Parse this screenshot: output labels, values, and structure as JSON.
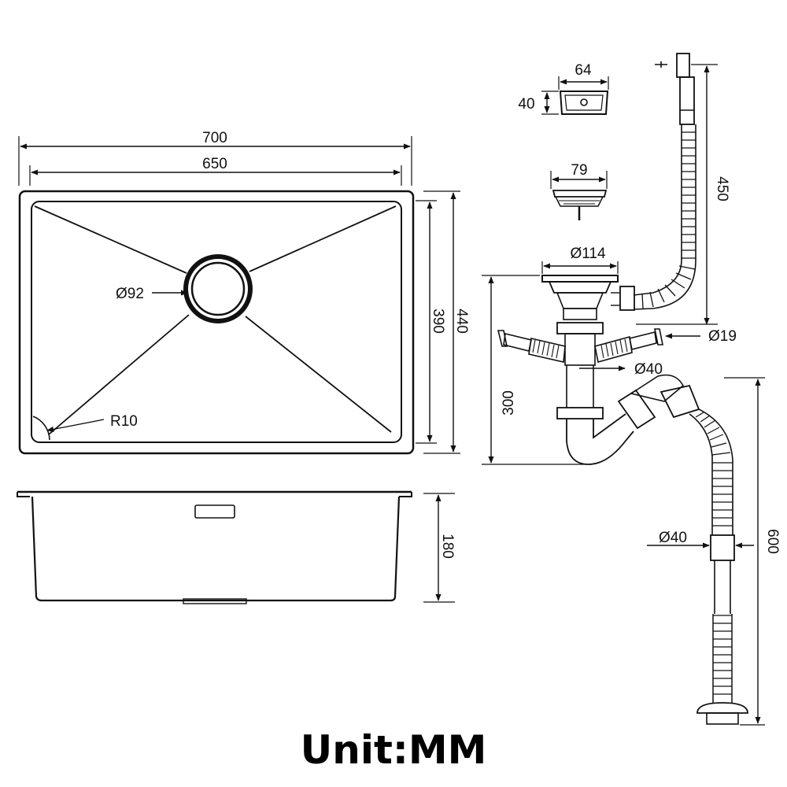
{
  "dimensions": {
    "outer_width": "700",
    "inner_width": "650",
    "outer_height": "440",
    "inner_height": "390",
    "drain_diameter": "Ø92",
    "corner_radius": "R10",
    "depth": "180",
    "overflow_width": "64",
    "overflow_height": "40",
    "basket_diameter": "79",
    "flange_diameter": "Ø114",
    "overflow_hose_length": "450",
    "branch_diameter": "Ø19",
    "trap_diameter": "Ø40",
    "trap_height": "300",
    "outlet_hose_diameter": "Ø40",
    "outlet_hose_length": "600"
  },
  "footer": {
    "unit_label": "Unit:MM"
  },
  "colors": {
    "line": "#111111",
    "background": "#ffffff"
  }
}
